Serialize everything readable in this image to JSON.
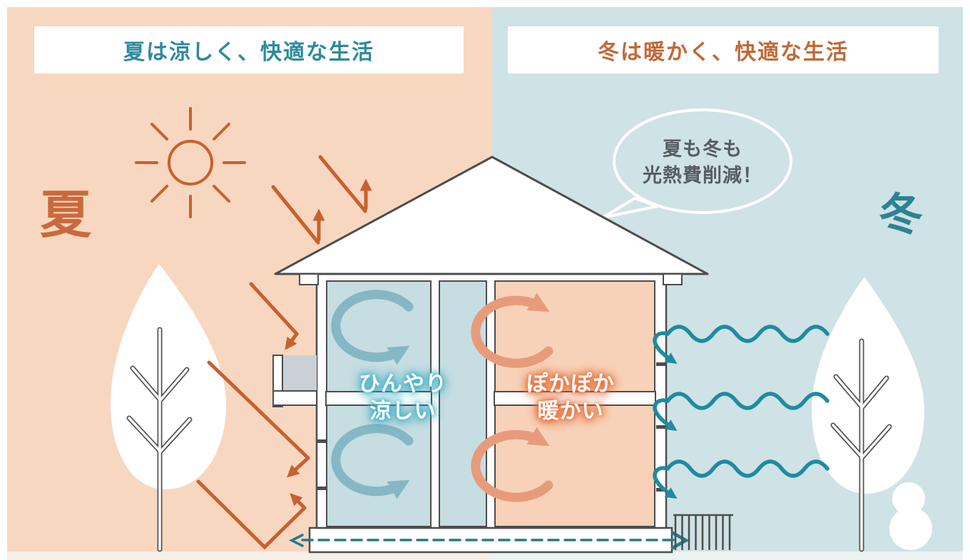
{
  "title_banners": {
    "summer": "夏は涼しく、快適な生活",
    "winter": "冬は暖かく、快適な生活"
  },
  "season_kanji": {
    "summer": "夏",
    "winter": "冬"
  },
  "speech_bubble": {
    "line1": "夏も冬も",
    "line2": "光熱費削減！"
  },
  "room_labels": {
    "cool": {
      "line1": "ひんやり",
      "line2": "涼しい"
    },
    "warm": {
      "line1": "ぽかぽか",
      "line2": "暖かい"
    }
  },
  "colors": {
    "summer_bg": "#f8d7c0",
    "winter_bg": "#cfe2e6",
    "cool_room_fill": "#c6dde2",
    "warm_room_fill": "#f7d2b9",
    "summer_banner_text": "#2f8a9c",
    "winter_banner_text": "#bf6a3a",
    "summer_accent": "#c9602f",
    "winter_wind": "#1f8ba0",
    "cool_arrow": "#86b7c4",
    "warm_arrow": "#e79b7a",
    "outline_gray": "#4d4d4d",
    "bubble_text": "#575d61",
    "floor_vent_dash": "#27798e"
  },
  "icons": [
    "sun-icon",
    "tree-icon",
    "snowman-icon",
    "speech-bubble",
    "sun-ray-arrows",
    "wind-wave-arrows",
    "convection-arrows",
    "floor-vent-arrow",
    "fence"
  ]
}
